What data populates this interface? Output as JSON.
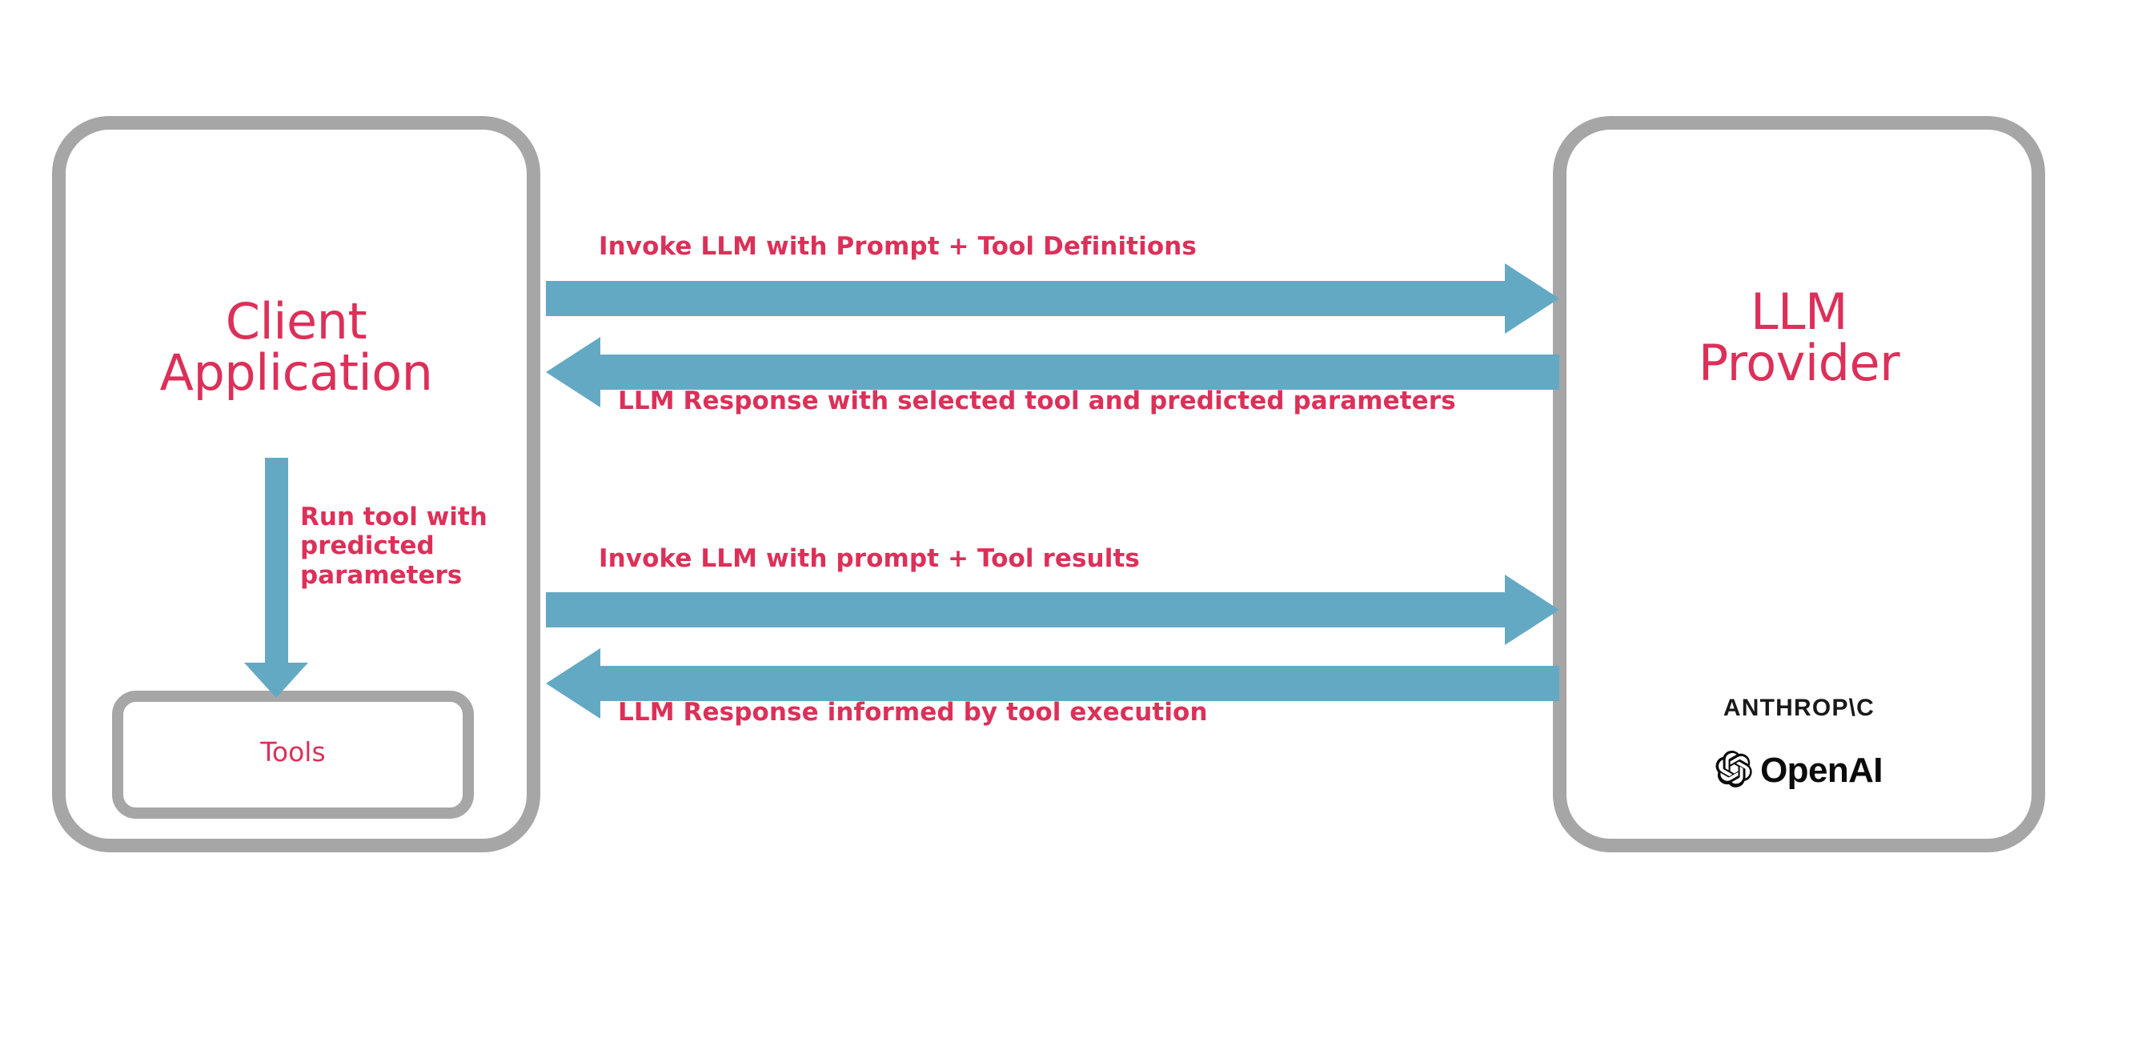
{
  "diagram": {
    "title": "LLM tool-calling sequence between client application and LLM provider",
    "colors": {
      "text_accent": "#dc3059",
      "arrow": "#64a9c4",
      "box_border": "#a6a6a6",
      "logo_text": "#111111",
      "background": "#ffffff"
    }
  },
  "nodes": {
    "client": {
      "title": "Client\nApplication",
      "inner": {
        "tools_label": "Tools"
      }
    },
    "provider": {
      "title": "LLM\nProvider",
      "logos": [
        {
          "name": "anthropic-logo",
          "wordmark": "ANTHROP\\C"
        },
        {
          "name": "openai-logo",
          "wordmark": "OpenAI"
        }
      ]
    }
  },
  "edges": [
    {
      "id": "invoke-with-tool-definitions",
      "label": "Invoke LLM with Prompt + Tool Definitions",
      "direction": "client-to-provider"
    },
    {
      "id": "llm-response-selected-tool",
      "label": "LLM Response with selected tool and predicted parameters",
      "direction": "provider-to-client"
    },
    {
      "id": "invoke-with-tool-results",
      "label": "Invoke LLM with prompt + Tool results",
      "direction": "client-to-provider"
    },
    {
      "id": "llm-response-informed",
      "label": "LLM Response informed by tool execution",
      "direction": "provider-to-client"
    },
    {
      "id": "run-tool",
      "label": "Run tool with\npredicted\nparameters",
      "direction": "client-to-tools"
    }
  ]
}
